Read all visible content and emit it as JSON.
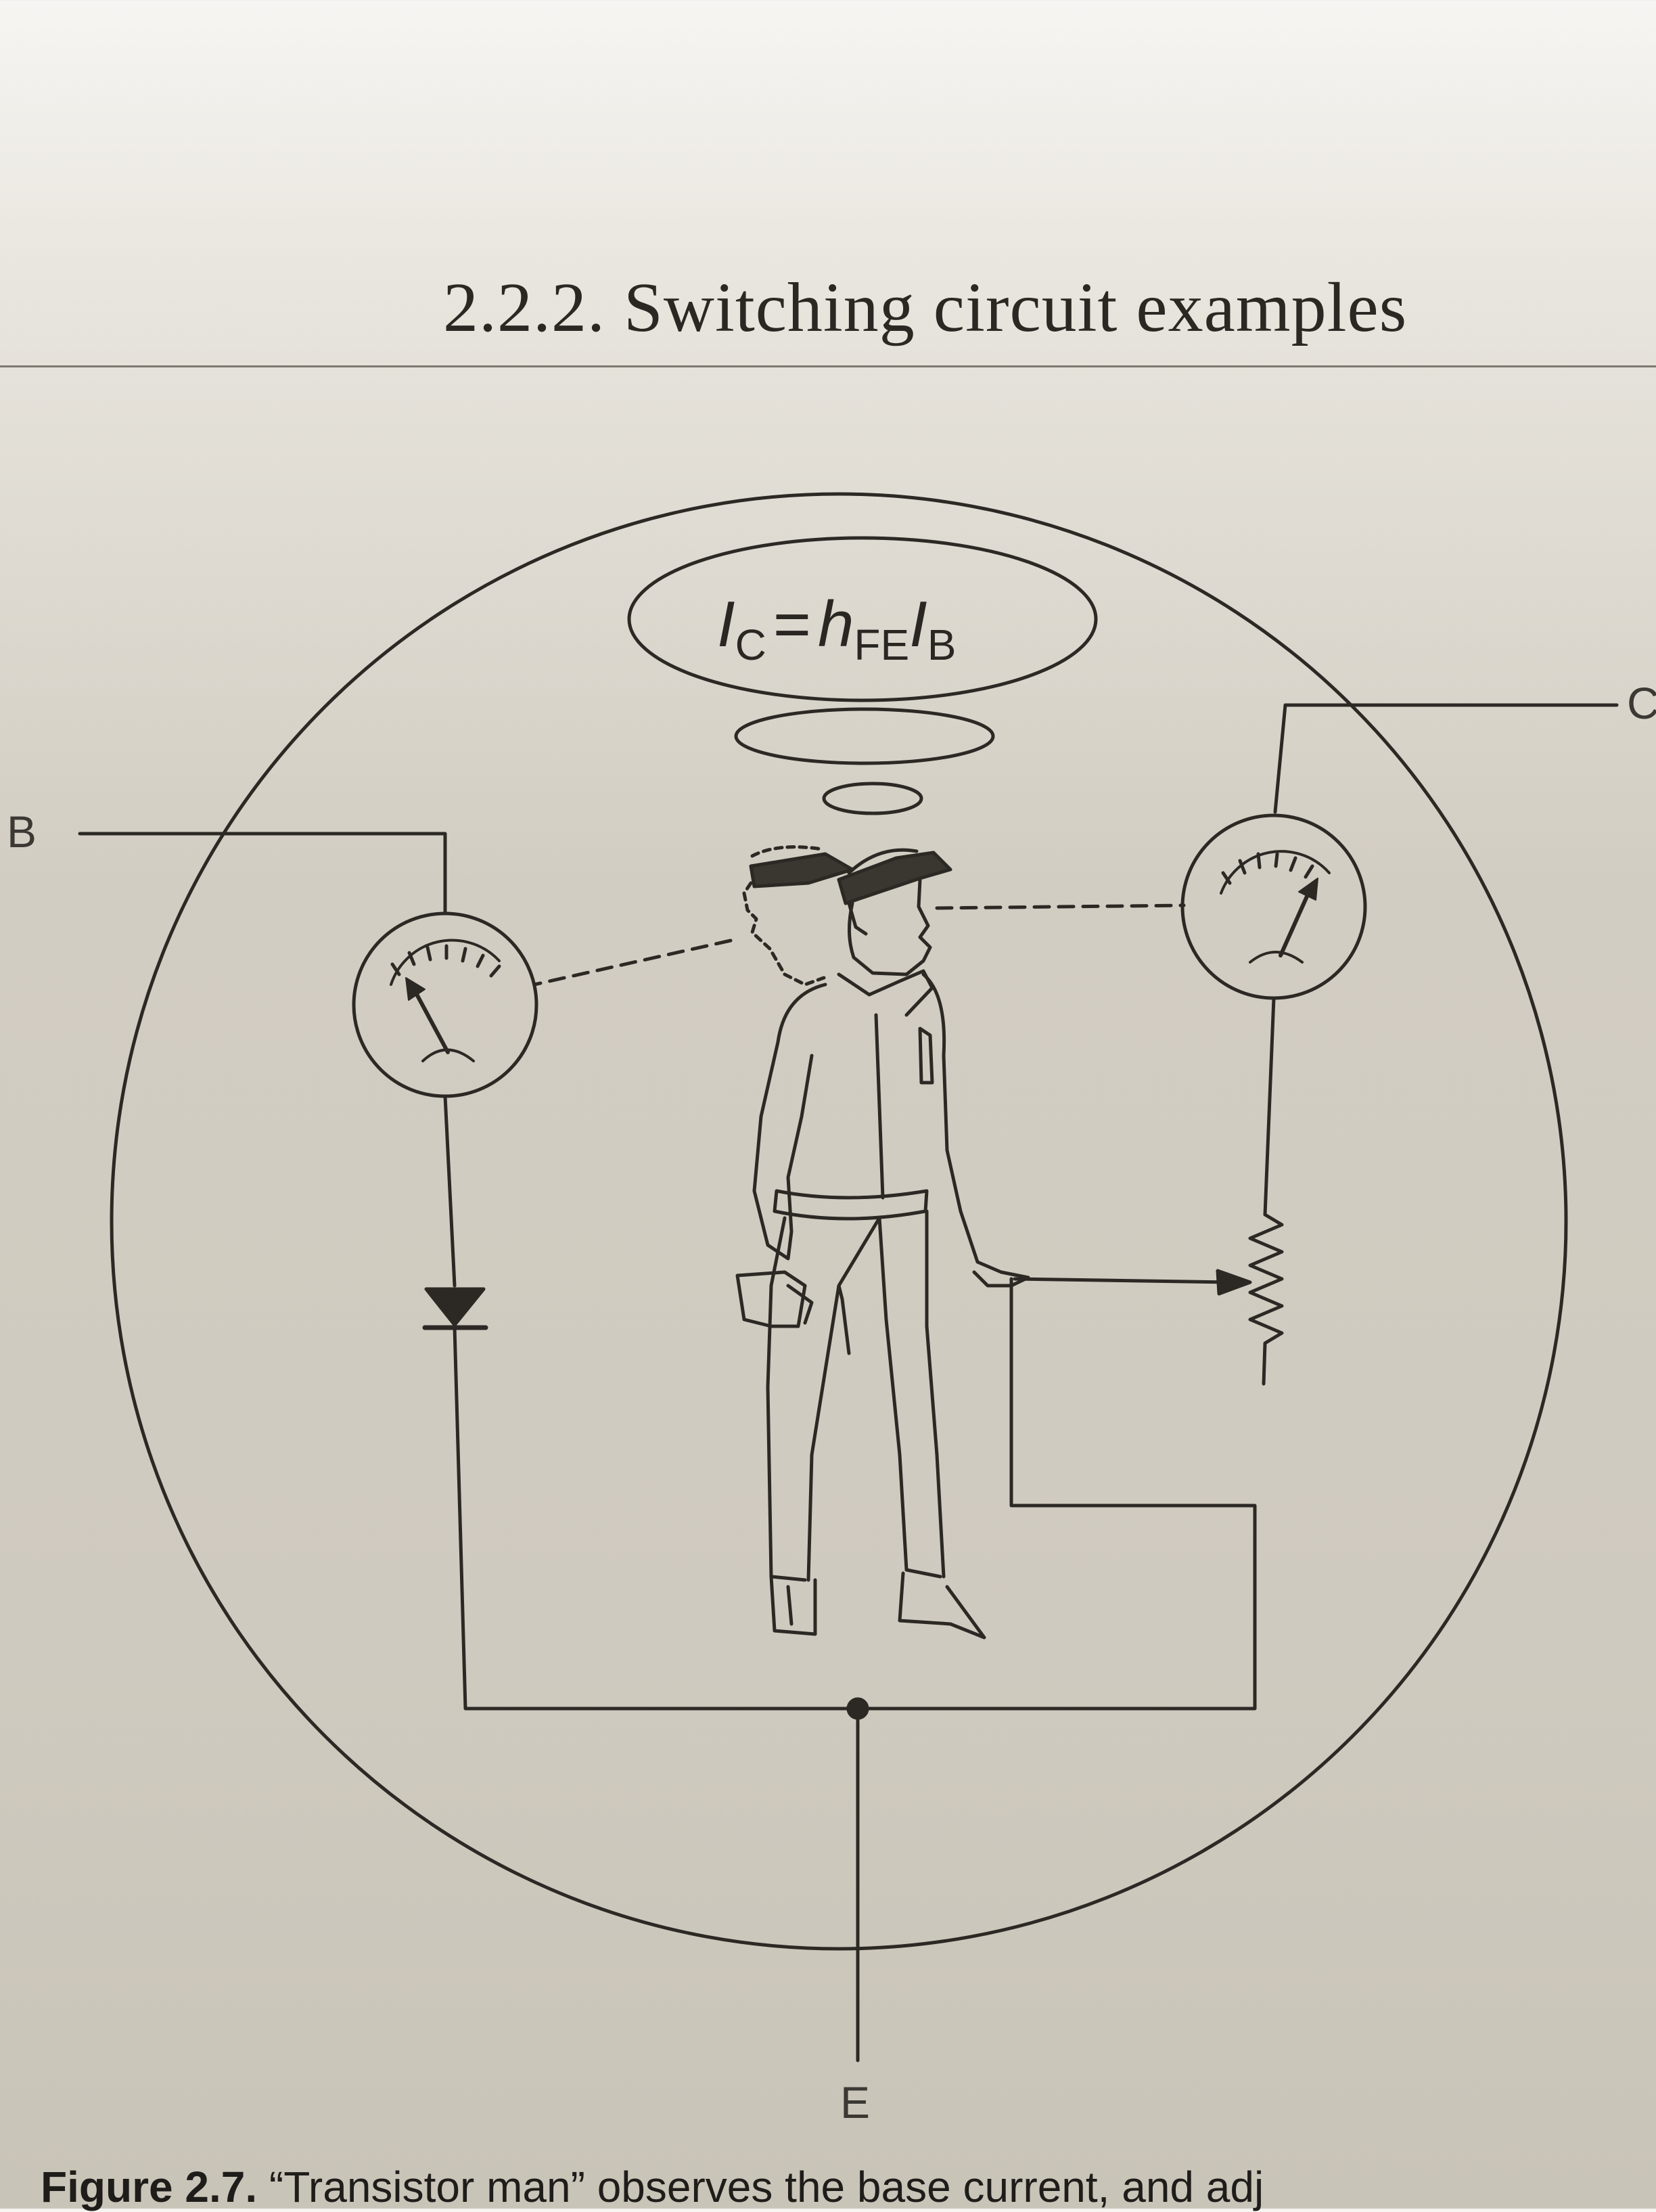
{
  "page": {
    "section_heading": "2.2.2. Switching circuit examples"
  },
  "figure": {
    "formula": {
      "lhs_symbol": "I",
      "lhs_subscript": "C",
      "equals": "=",
      "gain_symbol": "h",
      "gain_subscript": "FE",
      "rhs_symbol": "I",
      "rhs_subscript": "B"
    },
    "terminals": {
      "base": "B",
      "collector": "C",
      "emitter": "E"
    }
  },
  "caption": {
    "label": "Figure 2.7.",
    "text": "“Transistor man” observes the base current, and adj"
  }
}
